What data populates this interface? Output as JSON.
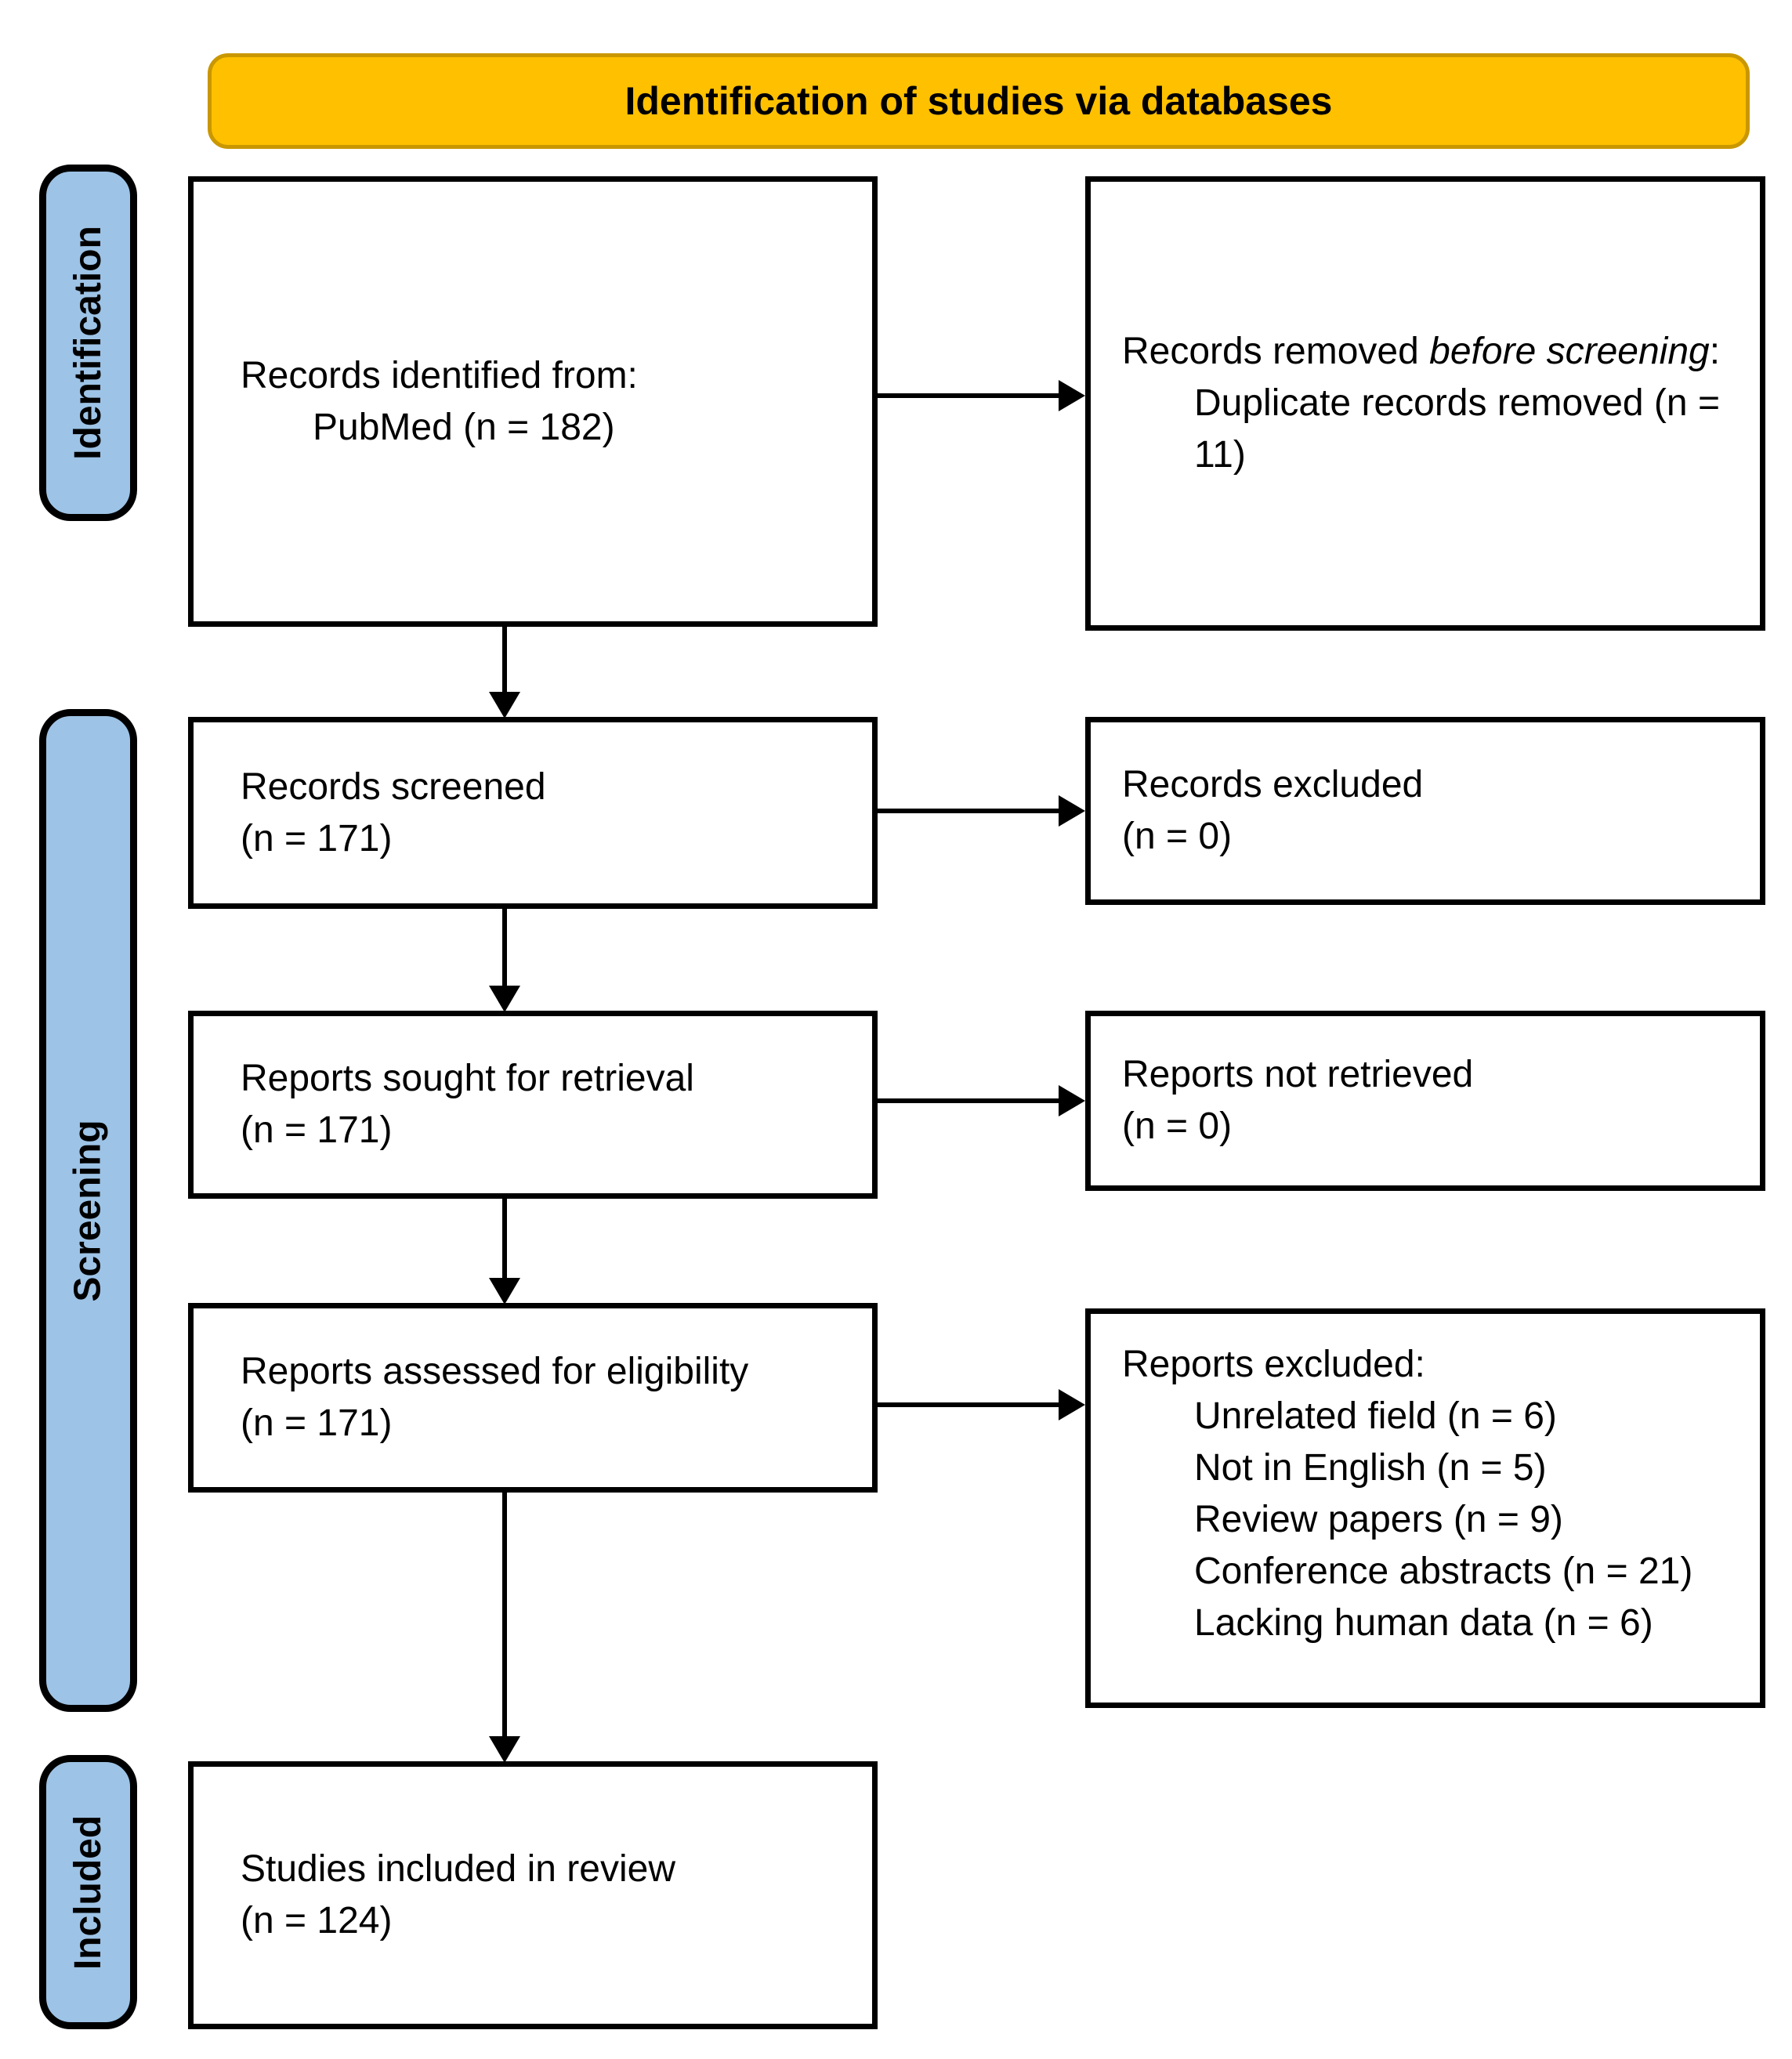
{
  "banner": {
    "title": "Identification of studies via databases"
  },
  "stages": {
    "identification": "Identification",
    "screening": "Screening",
    "included": "Included"
  },
  "boxes": {
    "records_identified": {
      "line1": "Records identified from:",
      "line2": "PubMed (n = 182)"
    },
    "records_removed": {
      "pre": "Records removed ",
      "italic": "before screening",
      "post": ":",
      "item": "Duplicate records removed (n = 11)"
    },
    "records_screened": {
      "line1": "Records screened",
      "line2": "(n = 171)"
    },
    "records_excluded": {
      "line1": "Records excluded",
      "line2": "(n = 0)"
    },
    "reports_sought": {
      "line1": "Reports sought for retrieval",
      "line2": "(n = 171)"
    },
    "reports_not_retrieved": {
      "line1": "Reports not retrieved",
      "line2": "(n = 0)"
    },
    "reports_assessed": {
      "line1": "Reports assessed for eligibility",
      "line2": "(n = 171)"
    },
    "reports_excluded": {
      "title": "Reports excluded:",
      "items": [
        "Unrelated field (n = 6)",
        "Not in English (n = 5)",
        "Review papers (n = 9)",
        "Conference abstracts (n = 21)",
        "Lacking human data (n = 6)"
      ]
    },
    "studies_included": {
      "line1": "Studies included in review",
      "line2": "(n = 124)"
    }
  },
  "colors": {
    "banner_fill": "#FFC000",
    "banner_border": "#C99700",
    "stage_fill": "#9DC3E6",
    "box_border": "#000000",
    "arrow": "#000000"
  }
}
